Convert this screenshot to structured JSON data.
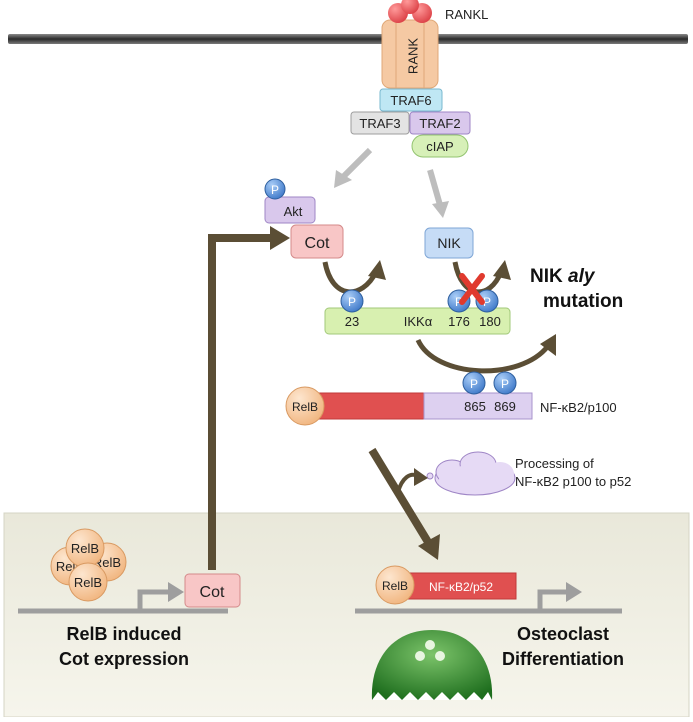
{
  "ligand": {
    "label": "RANKL"
  },
  "receptor": {
    "label": "RANK"
  },
  "adaptors": {
    "traf6": "TRAF6",
    "traf3": "TRAF3",
    "traf2": "TRAF2",
    "ciap": "cIAP"
  },
  "kinases": {
    "akt": "Akt",
    "cot": "Cot",
    "nik": "NIK",
    "phospho": "P"
  },
  "ikk": {
    "label": "IKKα",
    "site_23": "23",
    "site_176": "176",
    "site_180": "180"
  },
  "mutation": {
    "line1_prefix": "NIK ",
    "line1_italic": "aly",
    "line2": "mutation"
  },
  "nfkb": {
    "relb": "RelB",
    "site_865": "865",
    "site_869": "869",
    "label": "NF-κB2/p100"
  },
  "processing": {
    "line1": "Processing of",
    "line2": "NF-κB2 p100 to p52"
  },
  "nucleus": {
    "relb_cluster": [
      "RelB",
      "RelB",
      "RelB",
      "RelB"
    ],
    "cot_gene": "Cot",
    "left_caption_1": "RelB induced",
    "left_caption_2": "Cot expression",
    "relb_complex": "RelB",
    "p52_label": "NF-κB2/p52",
    "right_caption_1": "Osteoclast",
    "right_caption_2": "Differentiation"
  },
  "colors": {
    "arrow_dark": "#5b4e35",
    "arrow_gray": "#bdbdbd",
    "membrane": "#333333",
    "rankl": "#e8464b",
    "rank": "#f5c9a3",
    "traf6": "#bfe7f4",
    "traf_gray": "#e3e3e3",
    "traf2": "#d9c8ec",
    "ciap": "#d7f0b8",
    "cot": "#f8c6c6",
    "nik": "#c6dcf6",
    "ikk": "#d8f0b0",
    "phospho": "#4a84d4",
    "relb": "#f4c79c",
    "p100_red": "#e05050",
    "p100_purple": "#ddd0f0",
    "x_mark": "#e03a2e",
    "nucleus_bg": "#efeee2",
    "osteoclast": "#2e8b2e"
  }
}
